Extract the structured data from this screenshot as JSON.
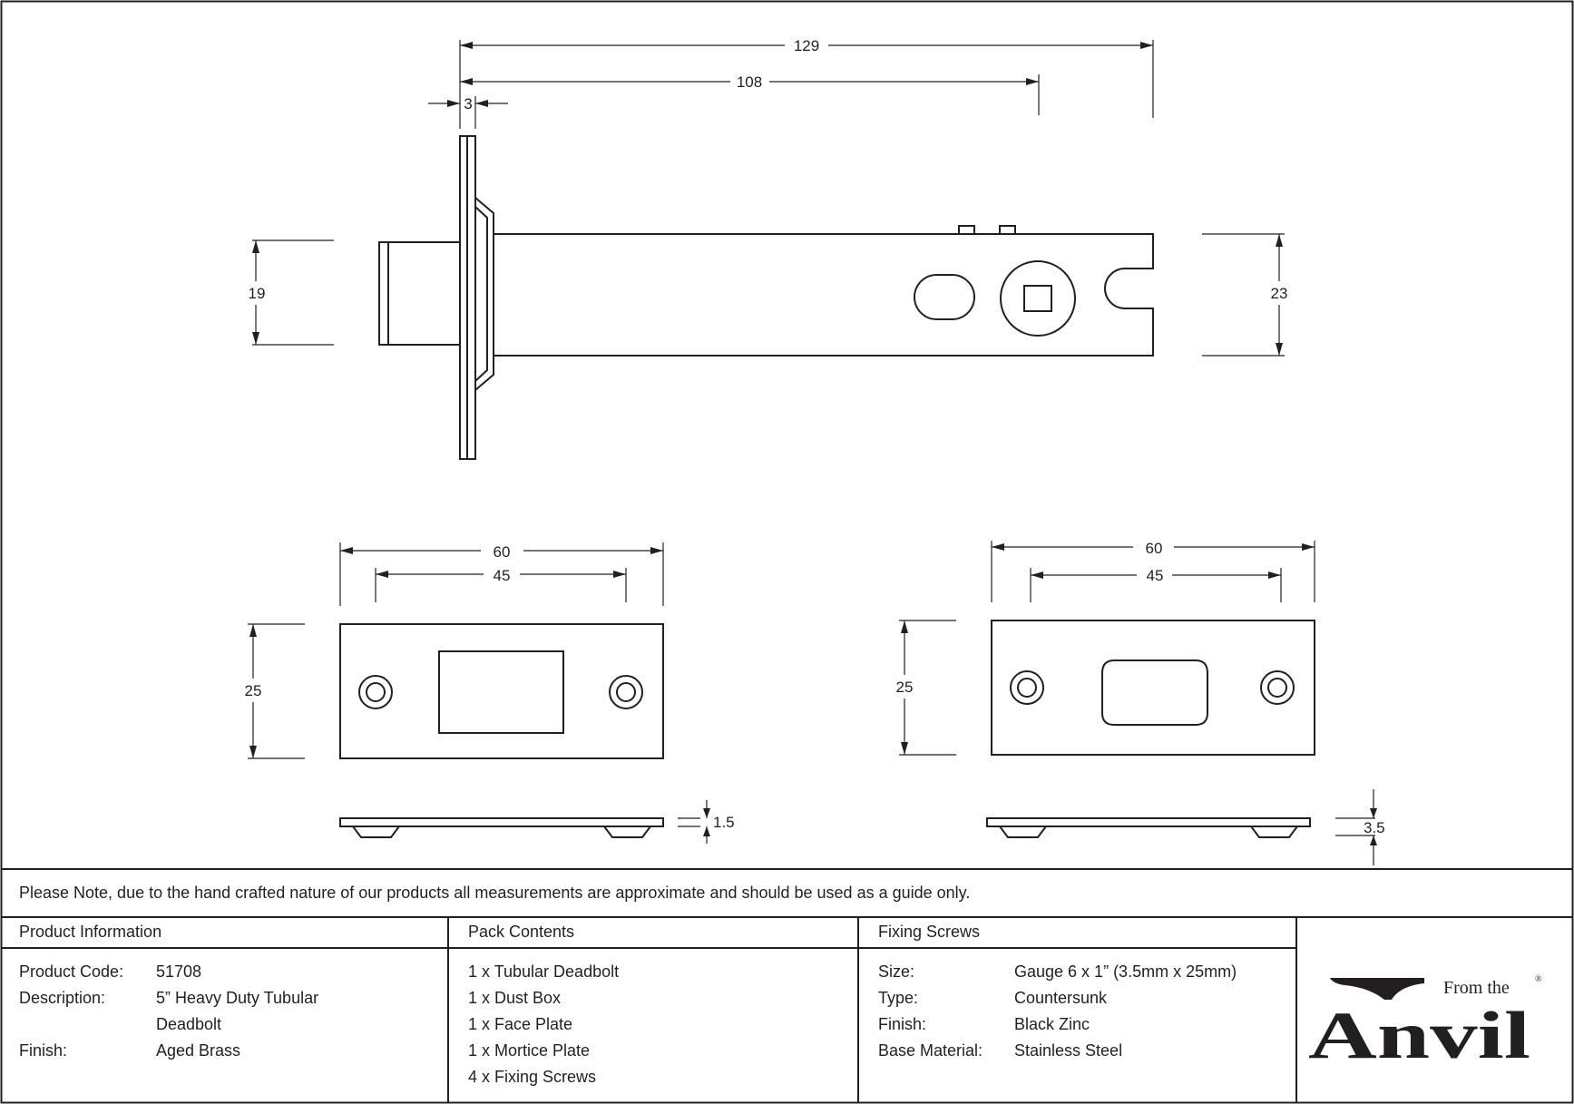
{
  "dimensions": {
    "overall_length": "129",
    "backset": "108",
    "faceplate_offset": "3",
    "bolt_height": "19",
    "case_height": "23",
    "faceplate_width": "60",
    "faceplate_hole_centres": "45",
    "faceplate_height": "25",
    "faceplate_thickness": "1.5",
    "mortice_width": "60",
    "mortice_hole_centres": "45",
    "mortice_height": "25",
    "mortice_thickness": "3.5"
  },
  "note": "Please Note, due to the hand crafted nature of our products all measurements are approximate and should be used as a guide only.",
  "product_information": {
    "heading": "Product Information",
    "rows": [
      {
        "label": "Product Code:",
        "value": "51708"
      },
      {
        "label": "Description:",
        "value": "5” Heavy Duty Tubular"
      },
      {
        "label": "",
        "value": "Deadbolt"
      },
      {
        "label": "Finish:",
        "value": "Aged Brass"
      }
    ]
  },
  "pack_contents": {
    "heading": "Pack Contents",
    "items": [
      "1 x Tubular Deadbolt",
      "1 x Dust Box",
      "1 x Face Plate",
      "1 x Mortice Plate",
      "4 x Fixing Screws"
    ]
  },
  "fixing_screws": {
    "heading": "Fixing Screws",
    "rows": [
      {
        "label": "Size:",
        "value": "Gauge 6 x 1” (3.5mm x 25mm)"
      },
      {
        "label": "Type:",
        "value": "Countersunk"
      },
      {
        "label": "Finish:",
        "value": "Black Zinc"
      },
      {
        "label": "Base Material:",
        "value": "Stainless Steel"
      }
    ]
  },
  "logo": {
    "small_text": "From the",
    "big_text": "Anvil",
    "mark": "®"
  }
}
